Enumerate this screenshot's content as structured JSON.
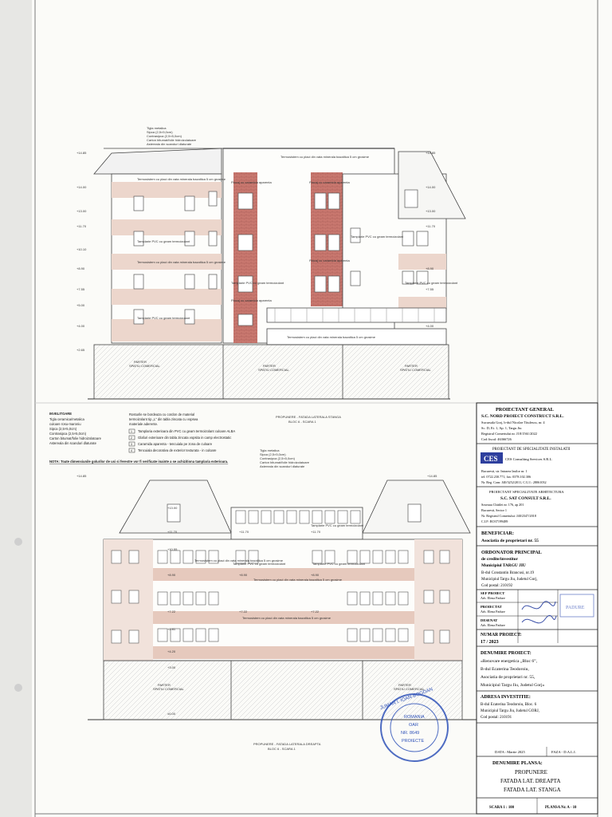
{
  "sheet": {
    "top_roof_note": [
      "Tigla metalica",
      "Sipca (2,5×5,0cm)",
      "Contrasipca (2,5×5,0cm)",
      "Carton bitumat/folie hidroizolatoare",
      "Astereala din scanduri dlaturate"
    ],
    "top_caption": "PROPUNERE - FATADA LATERALA STANGA",
    "top_caption_sub": "BLOC 6 - SCARA 1",
    "ground_label": "PARTER",
    "ground_sub": "SPATIU COMERCIAL",
    "placaj_label": "Placaj cu caramida aparenta",
    "thermo_label": "Termosistem cu placi din vata minerala bazaltica 5 cm grosime",
    "pvc_label": "Tamplarie PVC cu geam termoizolant",
    "invelitoare_title": "INVELITOARE",
    "invelitoare_items": [
      "Tigla ceramica/metalica",
      "culoare rosu-maroniu",
      "Sipca (2,5×5,0cm)",
      "Contrasipca (2,5×5,0cm)",
      "Carton bitumat/folie hidroizolatoare",
      "Astereala din scanduri dlaturate"
    ],
    "legend_intro": [
      "Rosturile se bordeaza cu cordon de material",
      "termoizolant tip „L” din tabla zincata cu vopsea",
      "materiale aderente."
    ],
    "legend_items": [
      {
        "num": "1",
        "text": "Tamplaria exterioara din PVC cu geam termoizolant culoare ALBA"
      },
      {
        "num": "2",
        "text": "Glafuri exterioare din tabla zincata vopsita in camp electrostatic"
      },
      {
        "num": "3",
        "text": "Caramida aparenta - tencuiala pe zona de culoare"
      },
      {
        "num": "4",
        "text": "Tencuiala decorativa de exterior texturata - in culoare"
      }
    ],
    "legend_note": "NOTA: Toate dimensiunile golurilor de usi si ferestre vor fi verificate inainte a se achizitiona tamplaria exterioara.",
    "bottom_roof_note": [
      "Tigla metalica",
      "Sipca (2,5×5,0cm)",
      "Contrasipca (2,5×5,0cm)",
      "Carton bitumat/folie hidroizolatoare",
      "Astereala din scanduri dlaturate"
    ],
    "bottom_caption": "PROPUNERE - FATADA LATERALA DREAPTA",
    "bottom_caption_sub": "BLOC 6 - SCARA 1",
    "levels_top": [
      "+14.85",
      "+14.00",
      "+13.00",
      "+11.70",
      "+10.10",
      "+8.90",
      "+7.55",
      "+5.00",
      "+4.00",
      "+2.65"
    ],
    "levels_bottom": [
      "+14.85",
      "+13.00",
      "+11.70",
      "+10.55",
      "+8.90",
      "+7.22",
      "+5.81",
      "+4.20",
      "+3.00",
      "±0.00"
    ]
  },
  "title_block": {
    "proiectant_general_title": "PROIECTANT GENERAL",
    "proiectant_general_name": "S.C. NORD PROIECT CONSTRUCT S.R.L.",
    "proiectant_general_lines": [
      "Sucursala Gorj, b-dul Nicolae Titulescu, nr. 4",
      "Sc. D, Et. 1, Ap. 1, Targu Jiu",
      "Registrul Comertului nr. J18/1561/2022",
      "Cod fiscal: 46366726"
    ],
    "specialitate_title": "PROIECTANT DE SPECIALITATE INSTALATII",
    "ces_logo_text": "CES",
    "ces_company": "CES Consulting Services S.R.L.",
    "ces_lines": [
      "Bucuresti, str. Intrarea Iasilor nr. 1",
      "tel: 0722.230.771, fax: 0378.102.306",
      "Nr. Reg. Com: J40/3252/2011, C.U.I.: 28061032"
    ],
    "arhitectura_title": "PROIECTANT SPECIALITATE ARHITECTURA",
    "arhitectura_name": "S.C. SAT CONSULT S.R.L.",
    "arhitectura_lines": [
      "Soseaua Chitilei nr. 176, ap 201",
      "Bucuresti, Sector 1",
      "Nr. Registrul Comertului: J40/2347/2018",
      "C.I.F: RO37199489"
    ],
    "beneficiar_title": "BENEFICIAR:",
    "beneficiar_name": "Asociatia de proprietari nr. 55",
    "ordonator_title": "ORDONATOR PRINCIPAL",
    "ordonator_subtitle": "de credite/investitor",
    "ordonator_name": "Municipiul TARGU JIU",
    "ordonator_lines": [
      "B-dul Constantin Brancusi, nr.19",
      "Municipiul Targu Jiu, Judetul Gorj,",
      "Cod postal: 210192"
    ],
    "sef_proiect_label": "SEF PROIECT",
    "sef_proiect_name": "Arh. Elena Padure",
    "proiectat_label": "PROIECTAT",
    "proiectat_name": "Arh. Elena Padure",
    "desenat_label": "DESENAT",
    "desenat_name": "Arh. Elena Padure",
    "stamp_small": "PADURE",
    "numar_proiect_label": "NUMAR PROIECT:",
    "numar_proiect_value": "17 / 2023",
    "denumire_proiect_label": "DENUMIRE PROIECT:",
    "denumire_proiect_lines": [
      "«Renovare energetica „Bloc 6”,",
      "B-dul Ecaterina Teodoroiu,",
      "Asociatia de proprietari nr. 55,",
      "Municipiul Targu Jiu, Judetul Gorj»"
    ],
    "adresa_label": "ADRESA INVESTITIE:",
    "adresa_lines": [
      "B-dul Ecaterina Teodoroiu, Bloc. 6",
      "Municipiul Targu Jiu, Judetul GORJ,",
      "Cod postal: 210191"
    ],
    "data_label": "DATA : Martie 2025",
    "faza_label": "FAZA - D.A.L.I.",
    "denumire_plansa_label": "DENUMIRE PLANSA:",
    "plansa_lines": [
      "PROPUNERE",
      "FATADA LAT. DREAPTA",
      "FATADA LAT. STANGA"
    ],
    "scara_label": "SCARA 1 : 100",
    "plansa_nr_label": "PLANSA Nr. A - 10",
    "round_stamp_text": "JUMAN I. IOAN-BOGDAN",
    "round_stamp_center": [
      "ROMANIA",
      "OAR",
      "NR. 8649",
      "PROIECTE"
    ]
  }
}
